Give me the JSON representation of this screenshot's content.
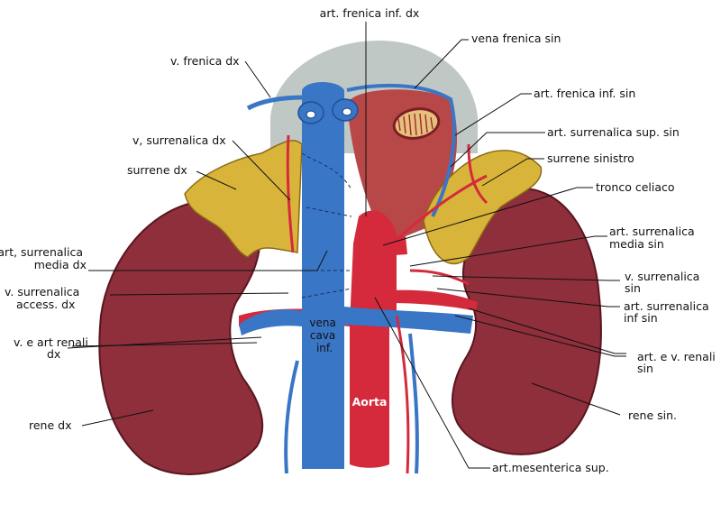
{
  "labels": {
    "art_frenica_inf_dx": "art. frenica inf. dx",
    "vena_frenica_sin": "vena frenica sin",
    "v_frenica_dx": "v. frenica dx",
    "art_frenica_inf_sin": "art. frenica inf. sin",
    "v_surrenalica_dx": "v, surrenalica dx",
    "art_surrenalica_sup_sin": "art. surrenalica sup. sin",
    "surrene_dx": "surrene dx",
    "surrene_sinistro": "surrene sinistro",
    "tronco_celiaco": "tronco celiaco",
    "art_surrenalica_media_sin": [
      "art. surrenalica",
      "media sin"
    ],
    "art_surrenalica_media_dx": [
      "art, surrenalica",
      "media dx"
    ],
    "v_surrenalica_access_dx": [
      "v. surrenalica",
      "access. dx"
    ],
    "v_surrenalica_sin": [
      "v. surrenalica",
      "sin"
    ],
    "art_surrenalica_inf_sin": [
      "art. surrenalica",
      "inf sin"
    ],
    "v_e_art_renali_dx": [
      "v. e art renali",
      "dx"
    ],
    "vena_cava_inf": [
      "vena",
      "cava",
      "inf."
    ],
    "art_e_v_renali_sin": [
      "art. e v. renali",
      "sin"
    ],
    "aorta": "Aorta",
    "rene_dx": "rene dx",
    "rene_sin": "rene sin.",
    "art_mesenterica_sup": "art.mesenterica sup."
  },
  "colors": {
    "kidney": "#8e2f3b",
    "kidney_edge": "#5a1620",
    "adrenal": "#d9b43a",
    "vein": "#3a76c6",
    "artery": "#d42a3c",
    "diaphragm": "#bfc8c4",
    "esophagus": "#b84848"
  }
}
